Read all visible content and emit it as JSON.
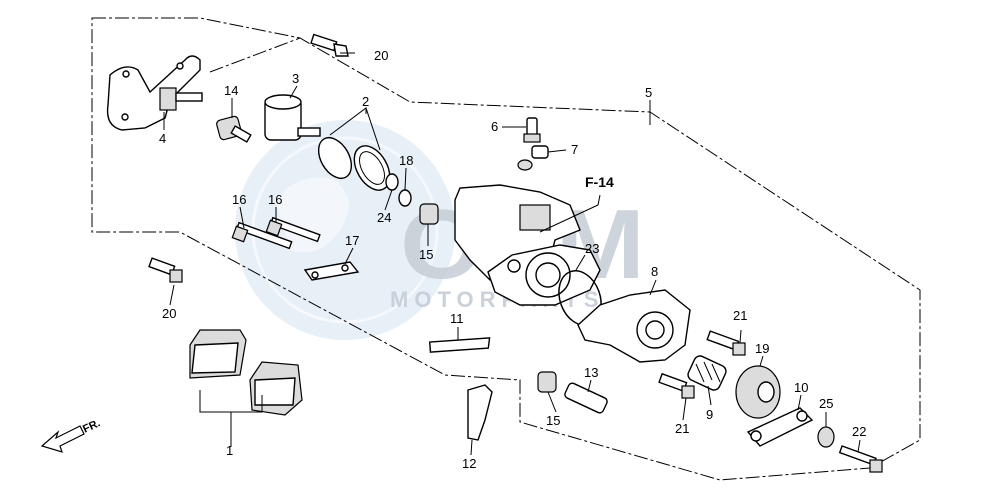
{
  "watermark": {
    "brand": "OEM",
    "tagline": "MOTORPARTS",
    "colors": {
      "globe": "#c9d9ea",
      "text": "#c6cdd6"
    }
  },
  "reference": {
    "label": "F-14"
  },
  "direction": {
    "label": "FR."
  },
  "callouts": [
    {
      "id": "1",
      "label": "1"
    },
    {
      "id": "2",
      "label": "2"
    },
    {
      "id": "3",
      "label": "3"
    },
    {
      "id": "4",
      "label": "4"
    },
    {
      "id": "5",
      "label": "5"
    },
    {
      "id": "6",
      "label": "6"
    },
    {
      "id": "7",
      "label": "7"
    },
    {
      "id": "8",
      "label": "8"
    },
    {
      "id": "9",
      "label": "9"
    },
    {
      "id": "10",
      "label": "10"
    },
    {
      "id": "11",
      "label": "11"
    },
    {
      "id": "12",
      "label": "12"
    },
    {
      "id": "13",
      "label": "13"
    },
    {
      "id": "14",
      "label": "14"
    },
    {
      "id": "15a",
      "label": "15"
    },
    {
      "id": "15b",
      "label": "15"
    },
    {
      "id": "16a",
      "label": "16"
    },
    {
      "id": "16b",
      "label": "16"
    },
    {
      "id": "17",
      "label": "17"
    },
    {
      "id": "18",
      "label": "18"
    },
    {
      "id": "19",
      "label": "19"
    },
    {
      "id": "20a",
      "label": "20"
    },
    {
      "id": "20b",
      "label": "20"
    },
    {
      "id": "21a",
      "label": "21"
    },
    {
      "id": "21b",
      "label": "21"
    },
    {
      "id": "22",
      "label": "22"
    },
    {
      "id": "23",
      "label": "23"
    },
    {
      "id": "24",
      "label": "24"
    },
    {
      "id": "25",
      "label": "25"
    }
  ]
}
